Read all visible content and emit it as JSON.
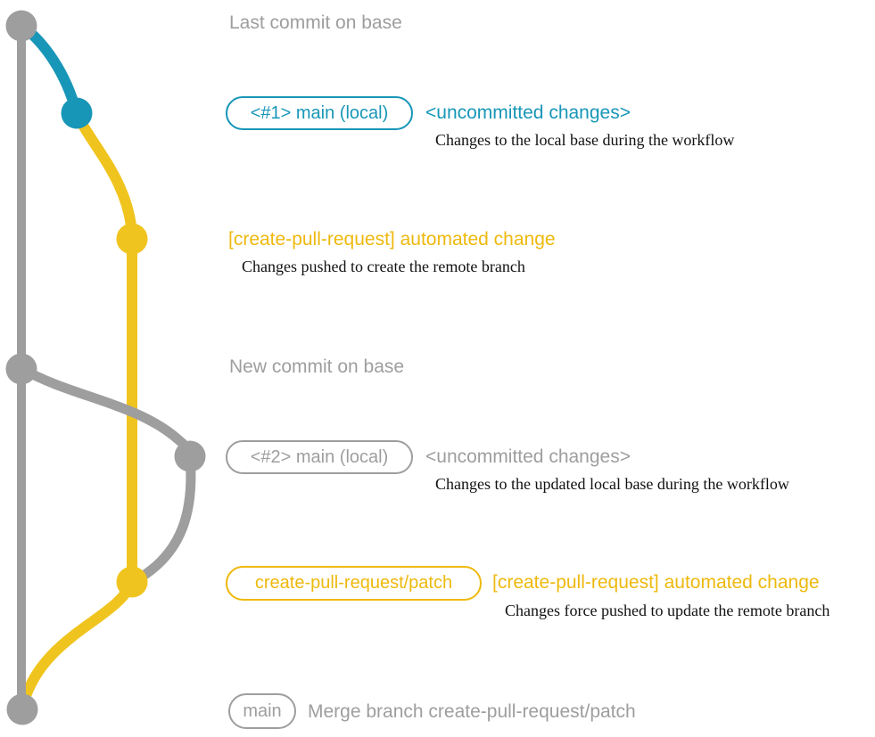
{
  "colors": {
    "gray": "#9e9e9e",
    "blue": "#1896b8",
    "yellow_line": "#f0c41e",
    "yellow_text": "#eeb90d",
    "text_black": "#111111",
    "background": "#ffffff"
  },
  "graph": {
    "nodes": [
      {
        "name": "commit-last-on-base",
        "color": "#9e9e9e"
      },
      {
        "name": "commit-1-main-local",
        "color": "#1896b8"
      },
      {
        "name": "commit-cpr-automated-1",
        "color": "#f0c41e"
      },
      {
        "name": "commit-new-on-base",
        "color": "#9e9e9e"
      },
      {
        "name": "commit-2-main-local",
        "color": "#9e9e9e"
      },
      {
        "name": "commit-cpr-automated-2",
        "color": "#f0c41e"
      },
      {
        "name": "commit-merge-main",
        "color": "#9e9e9e"
      }
    ]
  },
  "rows": {
    "last_commit": {
      "label": "Last commit on base"
    },
    "commit1": {
      "badge": "<#1> main (local)",
      "status": "<uncommitted changes>",
      "description": "Changes to the local base during the workflow"
    },
    "push1": {
      "title": "[create-pull-request] automated change",
      "description": "Changes pushed to create the remote branch"
    },
    "new_commit": {
      "label": "New commit on base"
    },
    "commit2": {
      "badge": "<#2> main (local)",
      "status": "<uncommitted changes>",
      "description": "Changes to the updated local base during the workflow"
    },
    "push2": {
      "badge": "create-pull-request/patch",
      "title": "[create-pull-request] automated change",
      "description": "Changes force pushed to update the remote branch"
    },
    "merge": {
      "badge": "main",
      "label": "Merge branch create-pull-request/patch"
    }
  }
}
